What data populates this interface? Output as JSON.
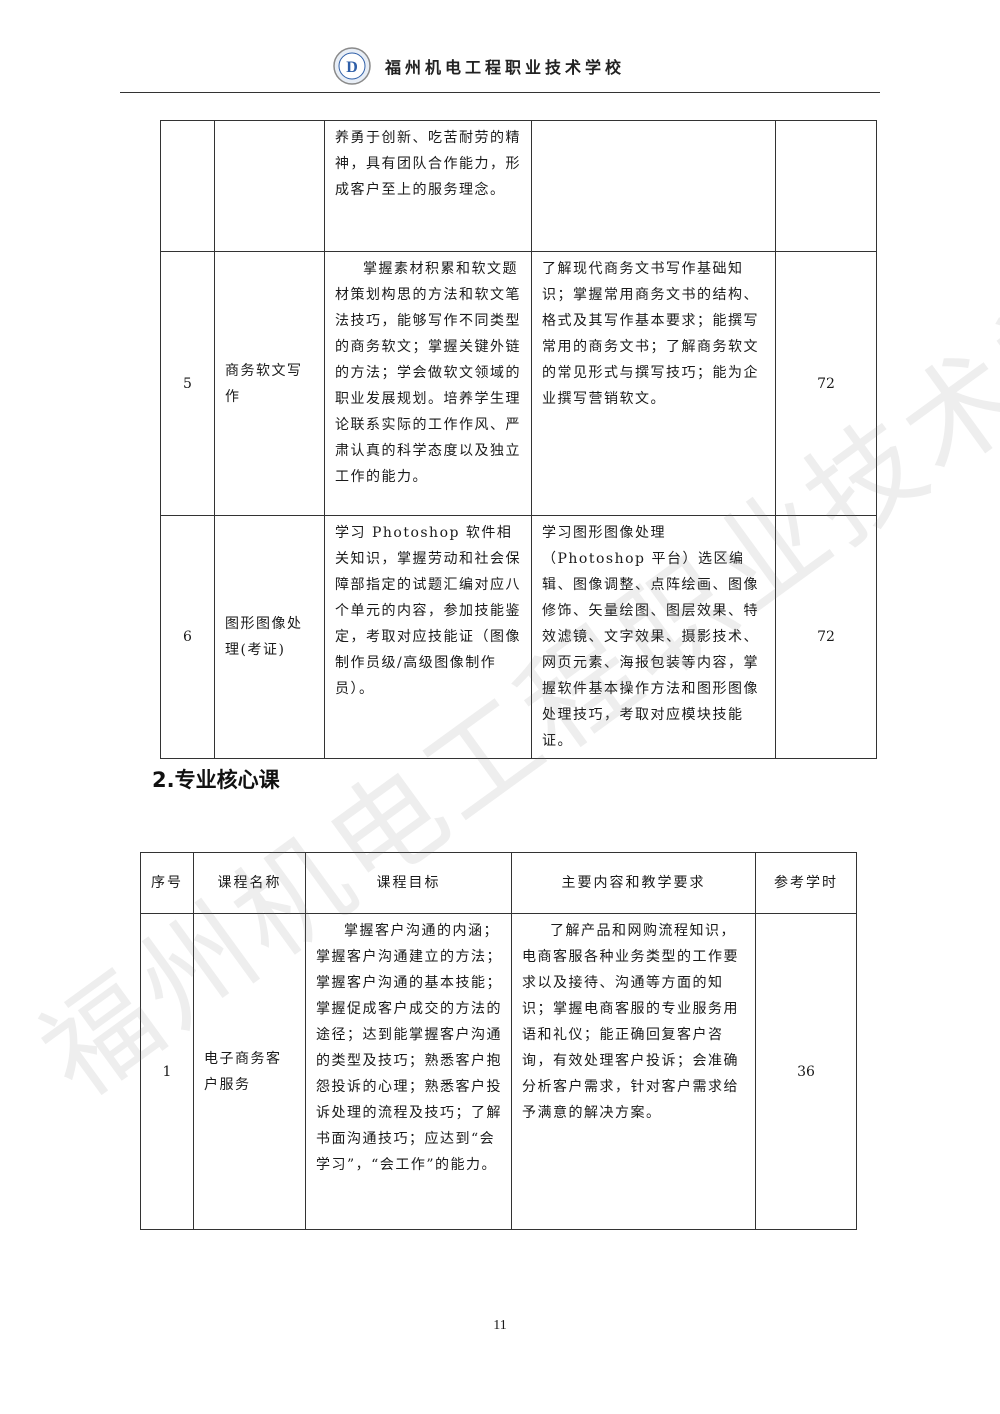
{
  "header": {
    "school_name": "福州机电工程职业技术学校",
    "logo_text": "D"
  },
  "watermark": "福州机电工程职业技术学校",
  "table1": {
    "rows": [
      {
        "no": "",
        "name": "",
        "goal": "养勇于创新、吃苦耐劳的精神，具有团队合作能力，形成客户至上的服务理念。",
        "content": "",
        "hours": ""
      },
      {
        "no": "5",
        "name": "商务软文写作",
        "goal": "掌握素材积累和软文题材策划构思的方法和软文笔法技巧，能够写作不同类型的商务软文；掌握关键外链的方法；学会做软文领域的职业发展规划。培养学生理论联系实际的工作作风、严肃认真的科学态度以及独立工作的能力。",
        "content": "了解现代商务文书写作基础知识；掌握常用商务文书的结构、格式及其写作基本要求；能撰写常用的商务文书；了解商务软文的常见形式与撰写技巧；能为企业撰写营销软文。",
        "hours": "72"
      },
      {
        "no": "6",
        "name": "图形图像处理(考证)",
        "goal": "学习 Photoshop 软件相关知识，掌握劳动和社会保障部指定的试题汇编对应八个单元的内容，参加技能鉴定，考取对应技能证（图像制作员级/高级图像制作员）。",
        "content": "学习图形图像处理（Photoshop 平台）选区编辑、图像调整、点阵绘画、图像修饰、矢量绘图、图层效果、特效滤镜、文字效果、摄影技术、网页元素、海报包装等内容，掌握软件基本操作方法和图形图像处理技巧，考取对应模块技能证。",
        "hours": "72"
      }
    ]
  },
  "section_title": "2.专业核心课",
  "table2": {
    "headers": {
      "no": "序号",
      "name": "课程名称",
      "goal": "课程目标",
      "content": "主要内容和教学要求",
      "hours": "参考学时"
    },
    "rows": [
      {
        "no": "1",
        "name": "电子商务客户服务",
        "goal": "掌握客户沟通的内涵；掌握客户沟通建立的方法；掌握客户沟通的基本技能；掌握促成客户成交的方法的途径；达到能掌握客户沟通的类型及技巧；熟悉客户抱怨投诉的心理；熟悉客户投诉处理的流程及技巧；了解书面沟通技巧；应达到“会学习”，“会工作”的能力。",
        "content": "了解产品和网购流程知识，电商客服各种业务类型的工作要求以及接待、沟通等方面的知识；掌握电商客服的专业服务用语和礼仪；能正确回复客户咨询，有效处理客户投诉；会准确分析客户需求，针对客户需求给予满意的解决方案。",
        "hours": "36"
      }
    ]
  },
  "page_number": "11"
}
